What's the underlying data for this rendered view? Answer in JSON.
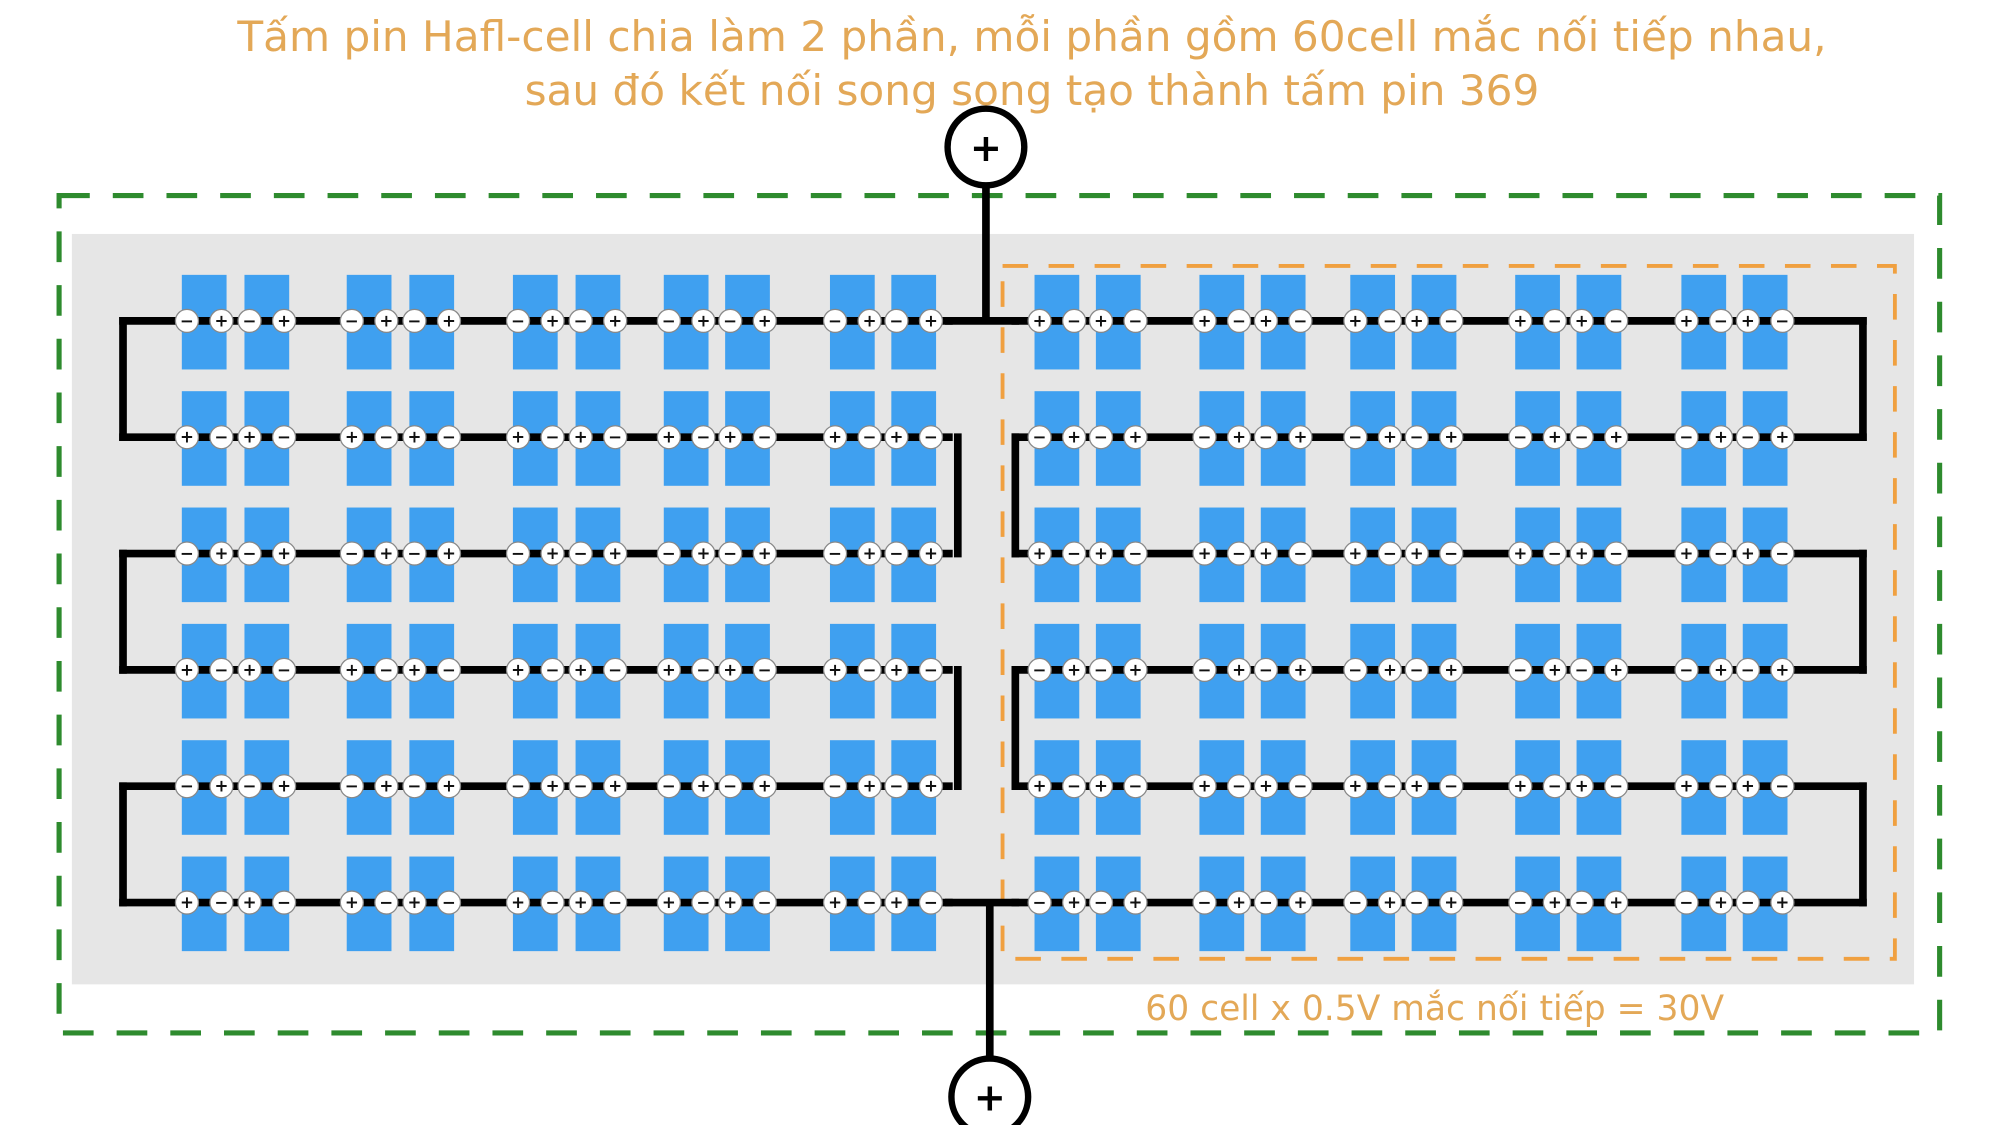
{
  "title": {
    "line1": "Tấm pin Hafl-cell chia làm 2 phần, mỗi phần gồm 60cell mắc nối tiếp nhau,",
    "line2": "sau đó kết nối song song tạo thành tấm pin 369"
  },
  "terminals": {
    "top": "+",
    "bottom": "+"
  },
  "series_label": "60 cell x 0.5V mắc nối tiếp = 30V",
  "symbols": {
    "plus": "+",
    "minus": "−"
  },
  "colors": {
    "cell": "#3fa0f0",
    "panel": "#e6e6e6",
    "outer_border": "#2e8b2e",
    "half_border": "#f0a040",
    "text": "#e3a857"
  },
  "layout_info": {
    "halves": 2,
    "rows": 6,
    "cells_per_row_per_half": 10
  }
}
